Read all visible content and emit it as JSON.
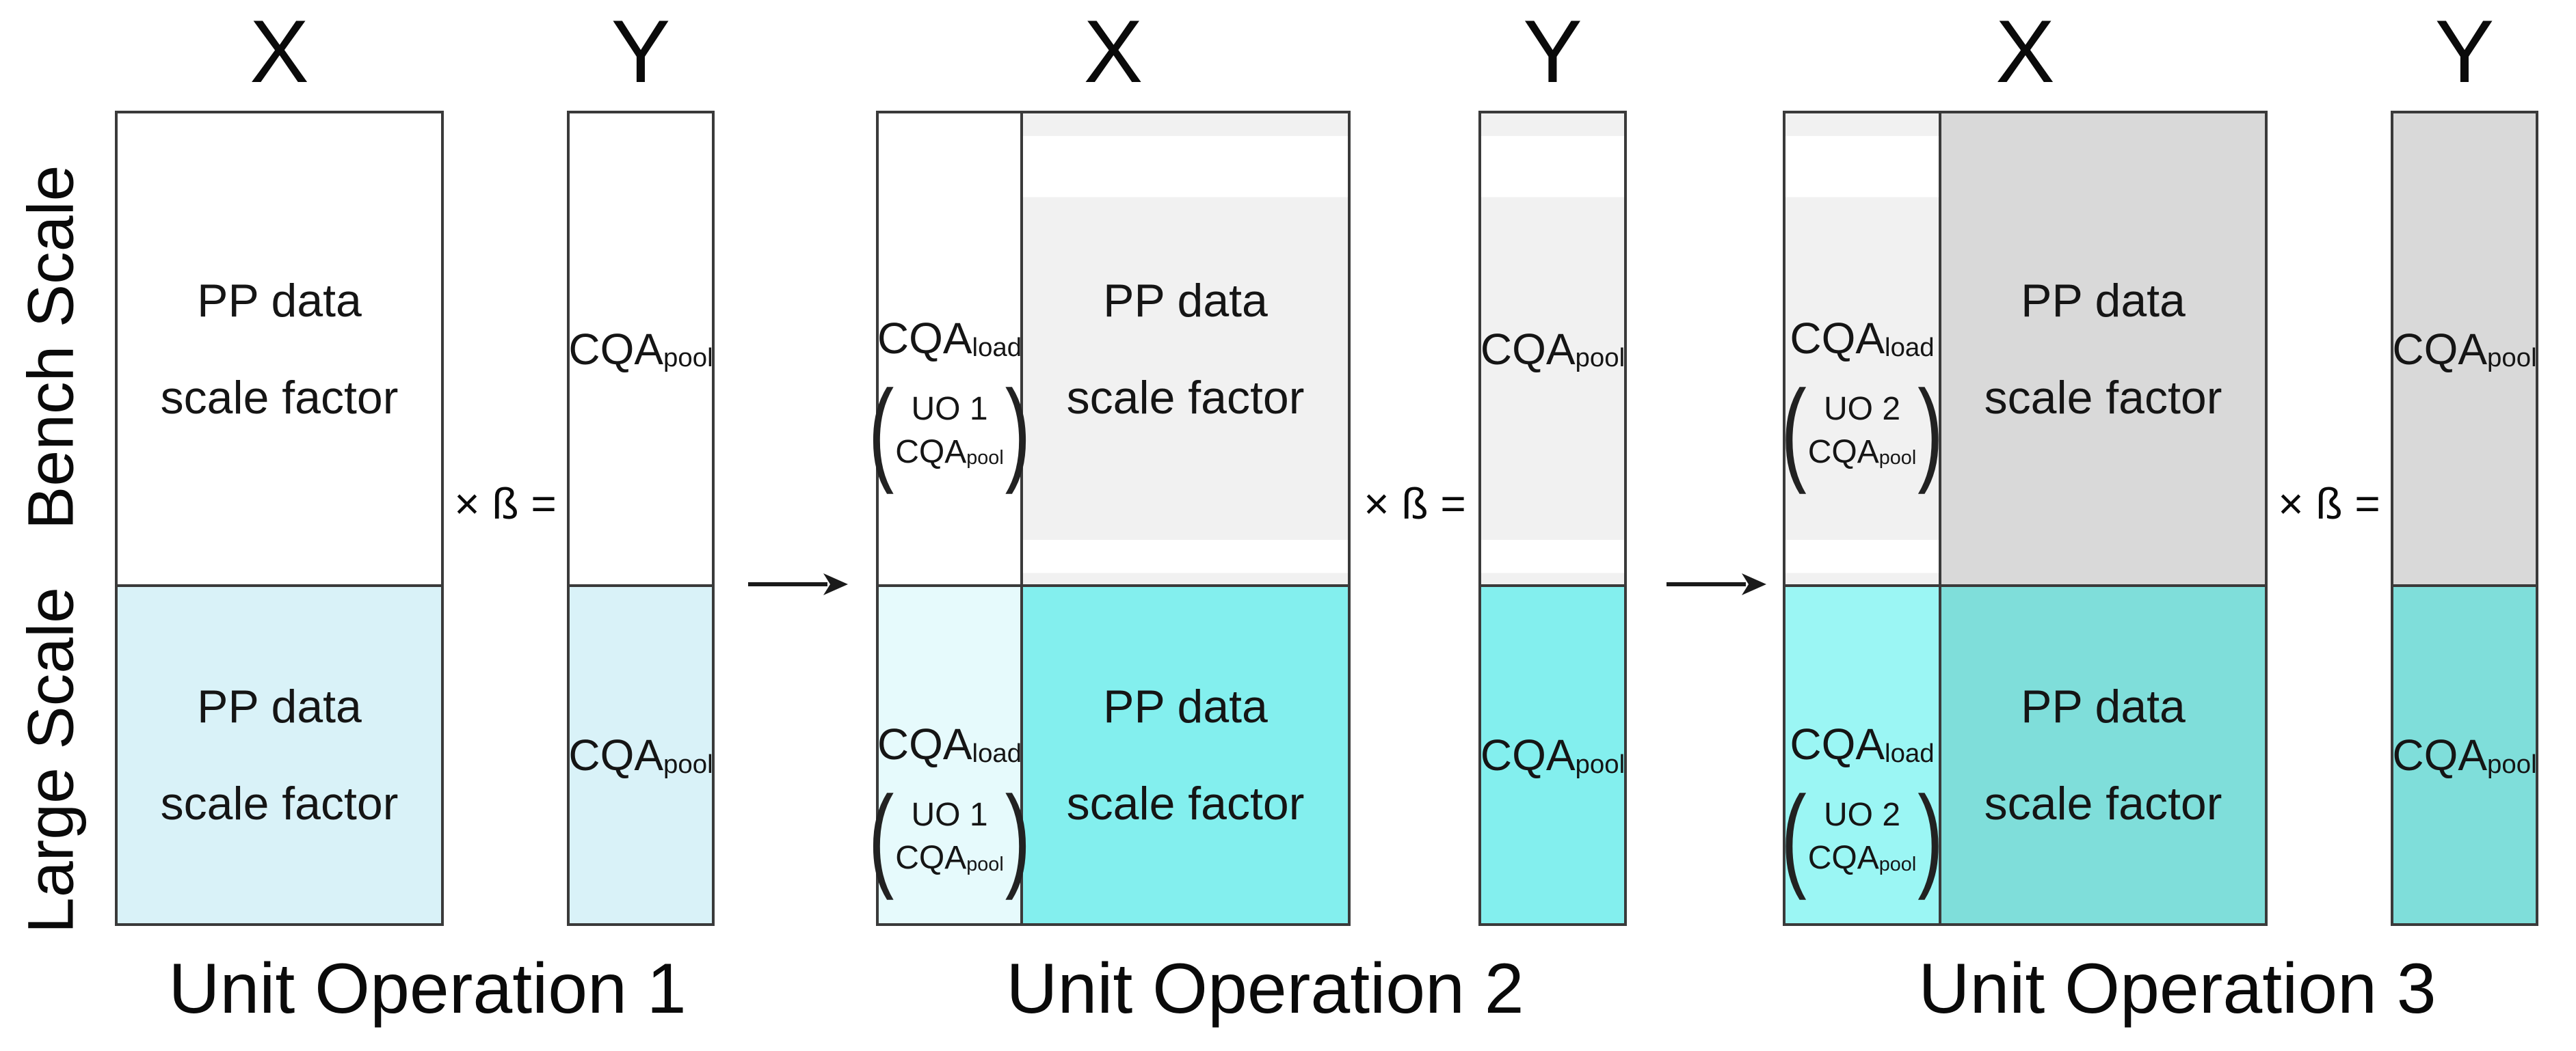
{
  "row_labels": {
    "bench": "Bench Scale",
    "large": "Large Scale"
  },
  "symbols": {
    "times_beta": "× ß =",
    "paren_open": "(",
    "paren_close": ")"
  },
  "labels": {
    "pp_line1": "PP data",
    "pp_line2": "scale factor",
    "cqa": "CQA",
    "sub_pool": "pool",
    "sub_load": "load"
  },
  "unit_operations": [
    {
      "name": "Unit Operation 1",
      "x_header": "X",
      "y_header": "Y"
    },
    {
      "name": "Unit Operation 2",
      "x_header": "X",
      "y_header": "Y",
      "uo_ref": "UO 1"
    },
    {
      "name": "Unit Operation 3",
      "x_header": "X",
      "y_header": "Y",
      "uo_ref": "UO 2"
    }
  ],
  "colors": {
    "uo1_large_cyan": "#d9f2f8",
    "uo2_left_large_cyan": "#e6fafc",
    "bright_cyan": "#83efee",
    "uo3_left_large_cyan": "#9bf6f4",
    "teal": "#7fdeda",
    "light_gray_stripe": "#f1f1f1",
    "mid_gray": "#d9d9d9",
    "border": "#3a3a3a"
  }
}
